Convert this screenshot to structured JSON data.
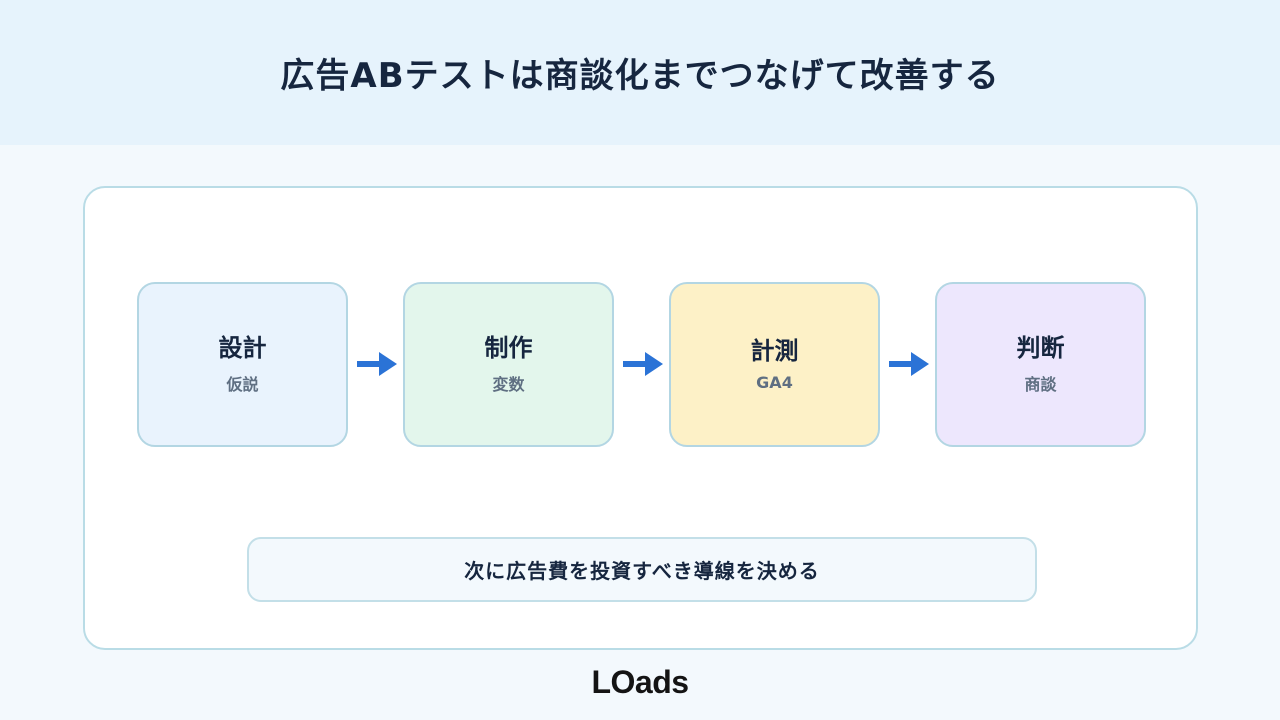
{
  "header": {
    "title": "広告ABテストは商談化までつなげて改善する"
  },
  "steps": [
    {
      "title": "設計",
      "sub": "仮説"
    },
    {
      "title": "制作",
      "sub": "変数"
    },
    {
      "title": "計測",
      "sub": "GA4"
    },
    {
      "title": "判断",
      "sub": "商談"
    }
  ],
  "summary": {
    "text": "次に広告費を投資すべき導線を決める"
  },
  "brand": {
    "logo_text": "LOads"
  },
  "colors": {
    "accent": "#2b73d6",
    "step1_bg": "#e9f3fd",
    "step2_bg": "#e3f6ec",
    "step3_bg": "#fdf1c7",
    "step4_bg": "#ede7fd"
  },
  "icons": {
    "connector": "arrow-right-icon"
  }
}
